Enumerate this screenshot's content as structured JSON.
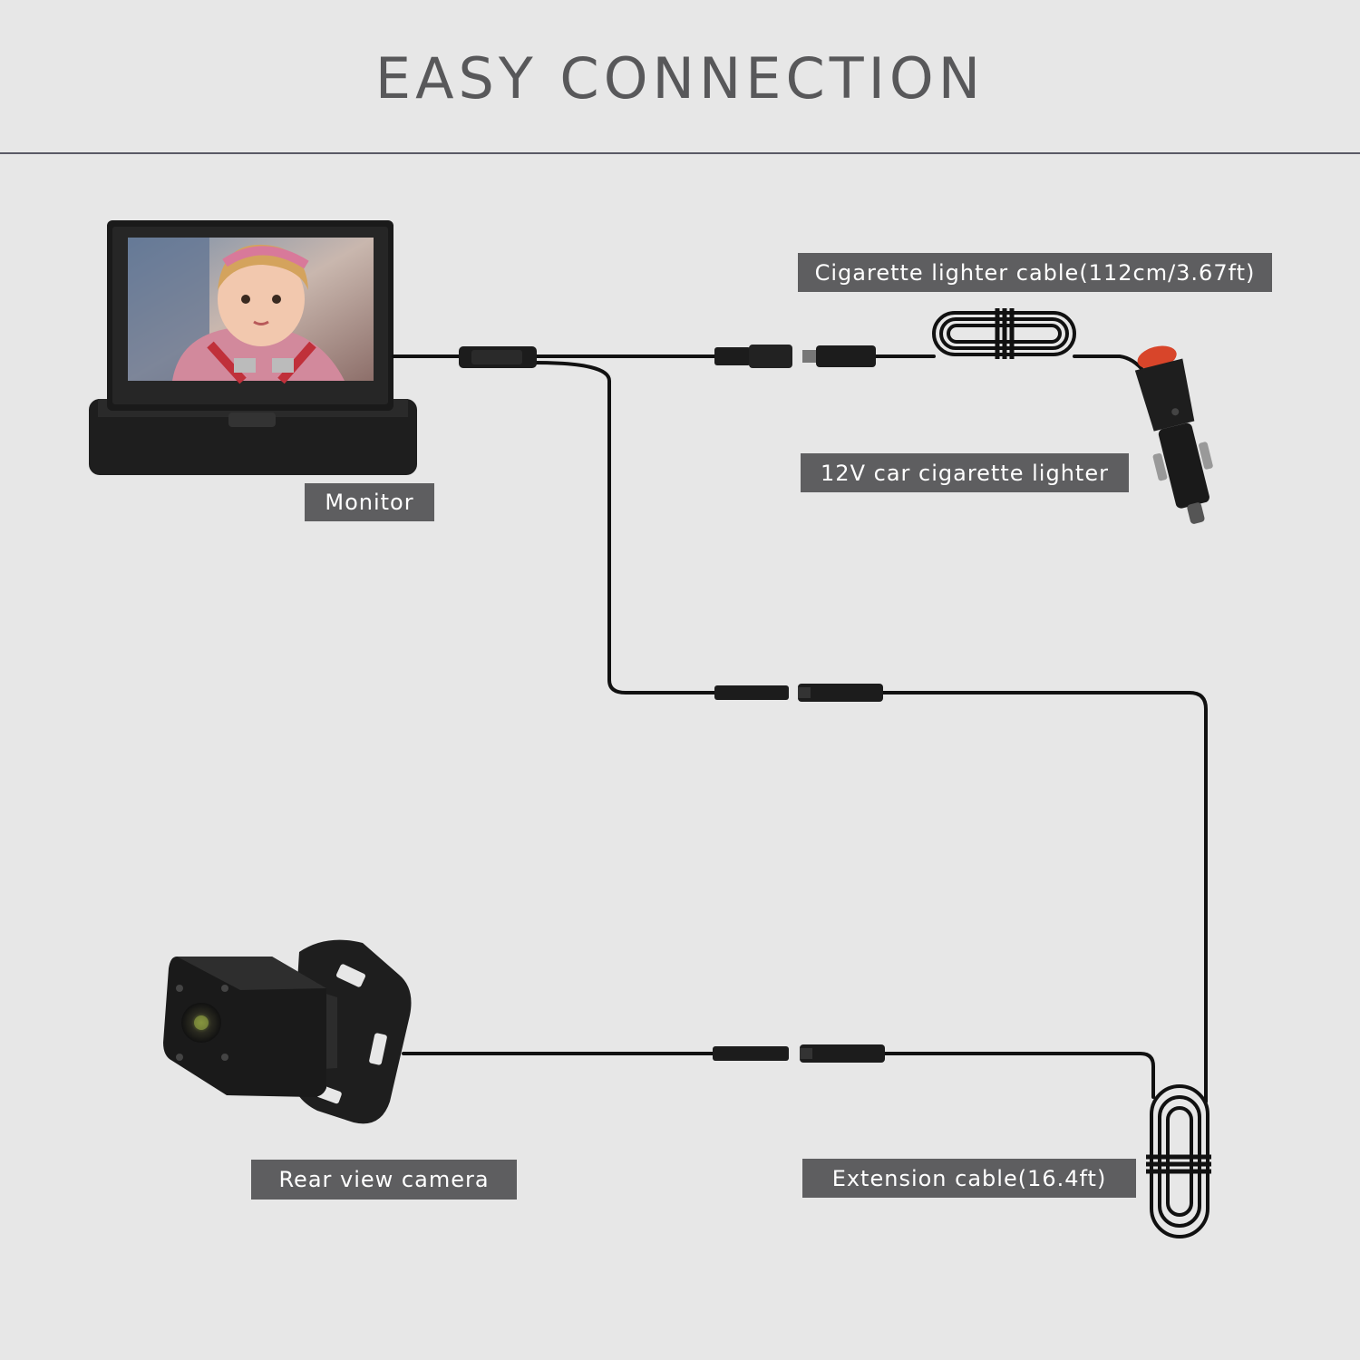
{
  "header": {
    "title": "EASY CONNECTION"
  },
  "labels": {
    "monitor": "Monitor",
    "cigarette_cable": "Cigarette lighter cable(112cm/3.67ft)",
    "car_lighter": "12V car cigarette lighter",
    "camera": "Rear view camera",
    "extension": "Extension cable(16.4ft)"
  },
  "colors": {
    "background": "#e7e7e7",
    "label_bg": "#5e5e60",
    "label_text": "#ffffff",
    "title_text": "#58585a",
    "cable": "#111111",
    "plug_button": "#d8452a"
  }
}
